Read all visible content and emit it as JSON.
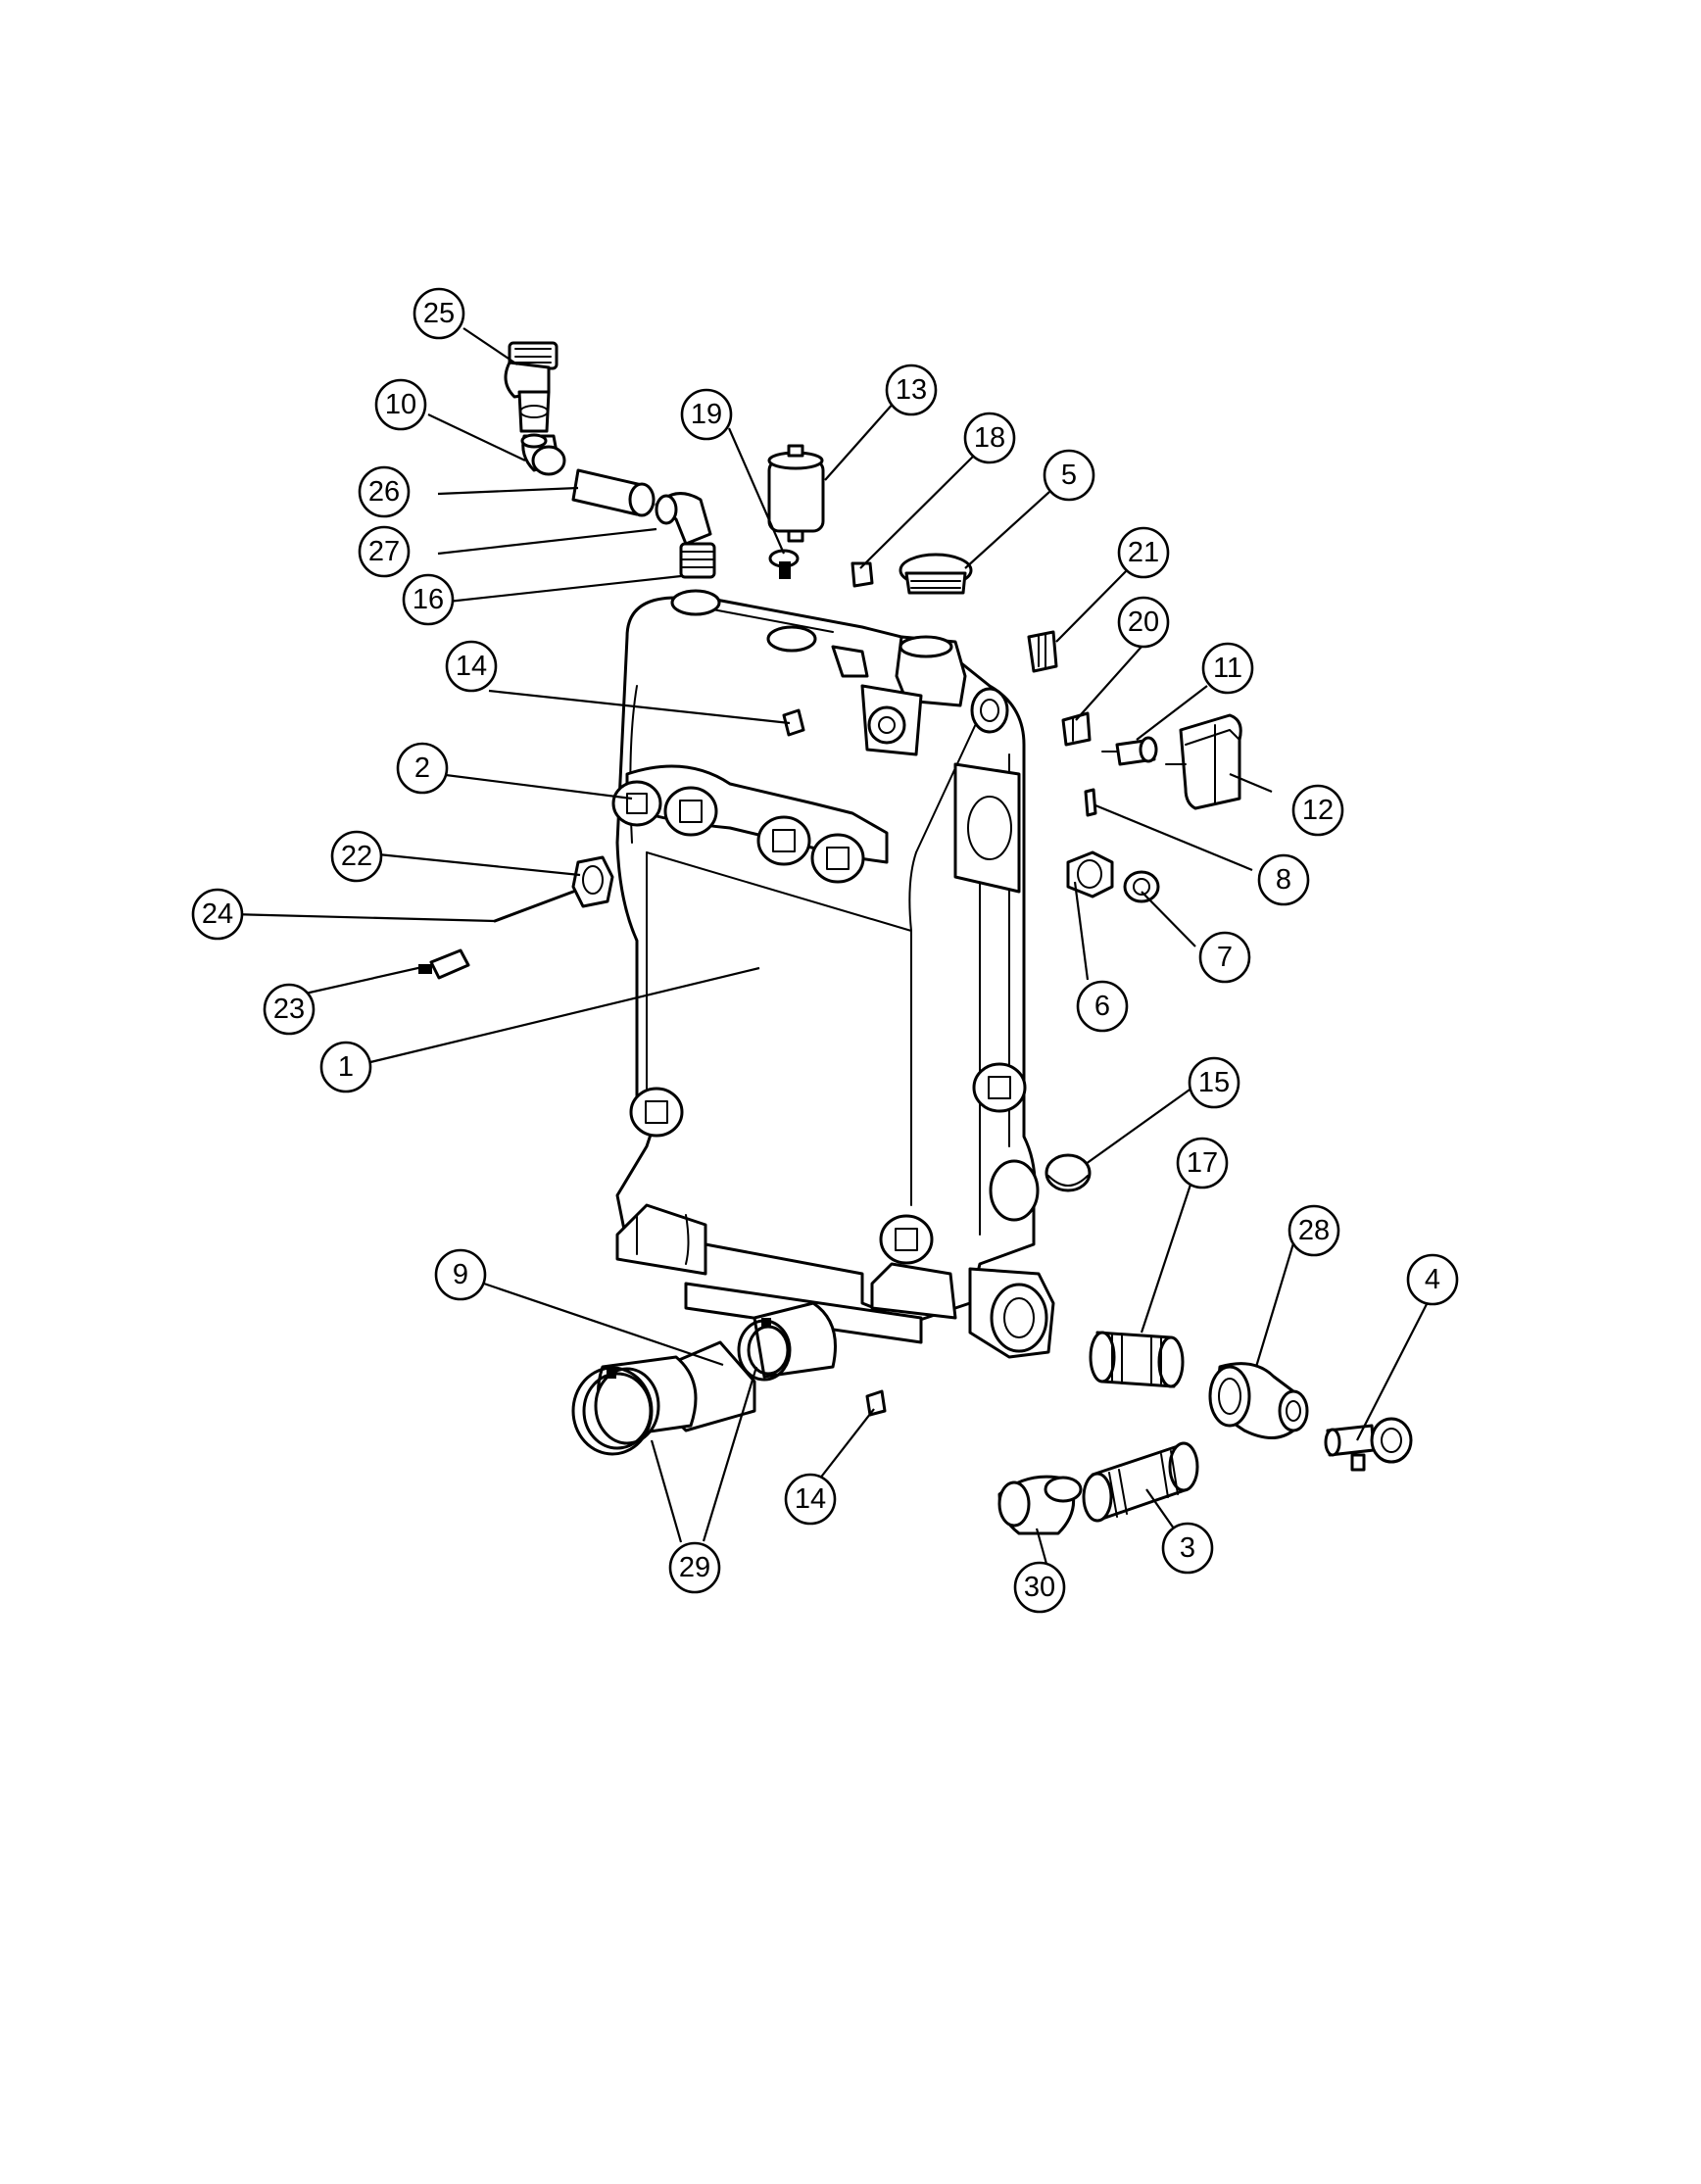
{
  "callouts": [
    {
      "label": "1"
    },
    {
      "label": "2"
    },
    {
      "label": "3"
    },
    {
      "label": "4"
    },
    {
      "label": "5"
    },
    {
      "label": "6"
    },
    {
      "label": "7"
    },
    {
      "label": "8"
    },
    {
      "label": "9"
    },
    {
      "label": "10"
    },
    {
      "label": "11"
    },
    {
      "label": "12"
    },
    {
      "label": "13"
    },
    {
      "label": "14"
    },
    {
      "label": "14"
    },
    {
      "label": "15"
    },
    {
      "label": "16"
    },
    {
      "label": "17"
    },
    {
      "label": "18"
    },
    {
      "label": "19"
    },
    {
      "label": "20"
    },
    {
      "label": "21"
    },
    {
      "label": "22"
    },
    {
      "label": "23"
    },
    {
      "label": "24"
    },
    {
      "label": "25"
    },
    {
      "label": "26"
    },
    {
      "label": "27"
    },
    {
      "label": "28"
    },
    {
      "label": "29"
    },
    {
      "label": "30"
    }
  ],
  "colors": {
    "ink": "#000000",
    "paper": "#ffffff"
  }
}
